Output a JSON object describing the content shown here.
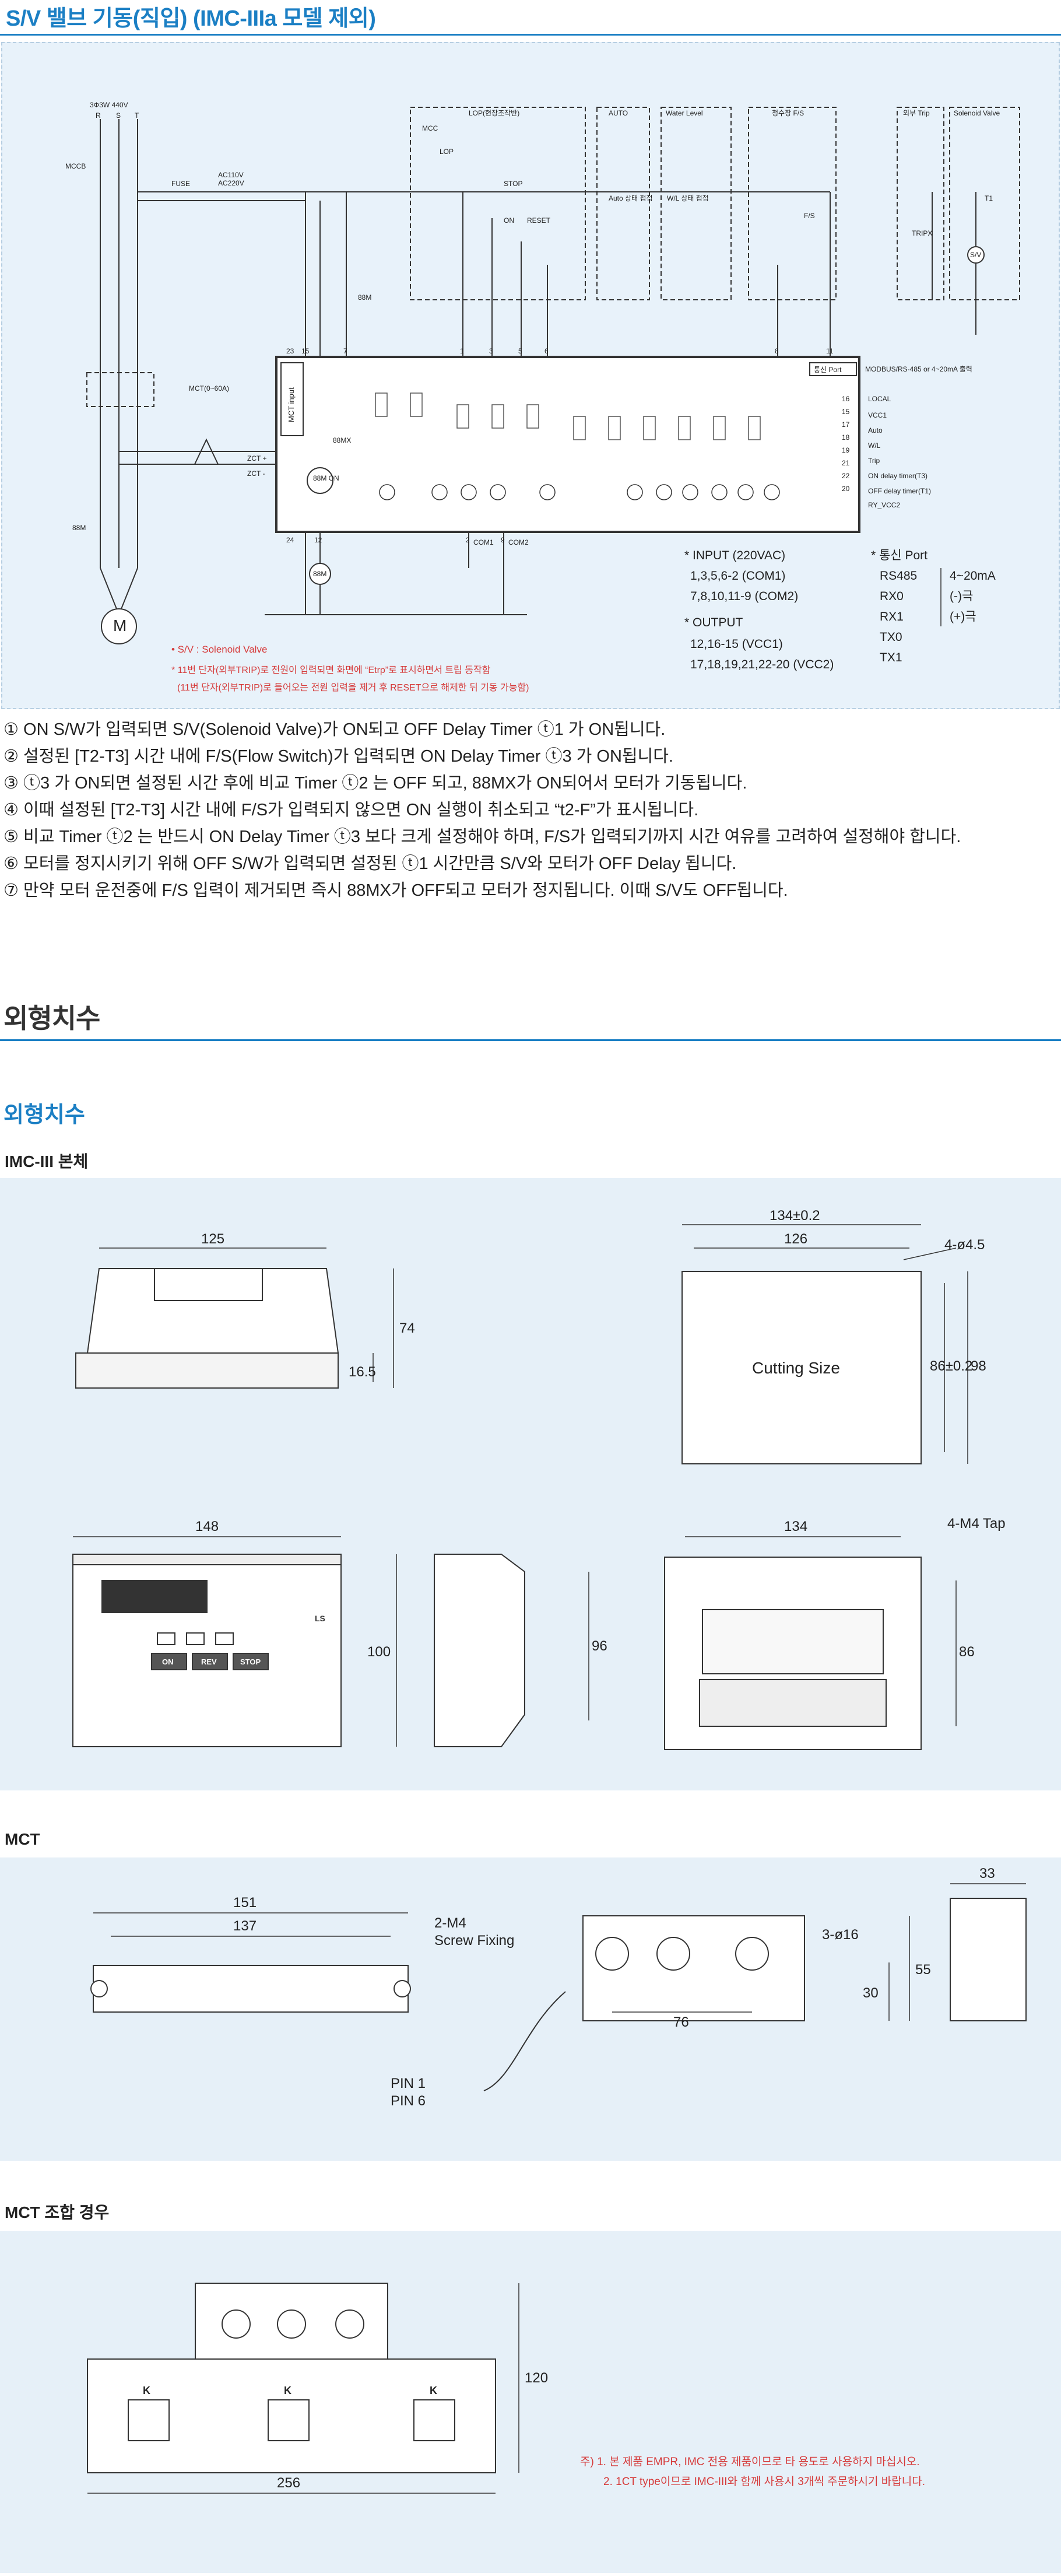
{
  "title_wiring": "S/V 밸브 기동(직입) (IMC-IIIa 모델 제외)",
  "wiring": {
    "supply": "3Φ3W 440V",
    "phases": [
      "R",
      "S",
      "T"
    ],
    "mccb": "MCCB",
    "fuse": "FUSE",
    "ac": [
      "AC110V",
      "AC220V"
    ],
    "lop_box": "LOP(현장조작반)",
    "auto_box": "AUTO",
    "water_box": "Water Level",
    "fs_box": "청수장 F/S",
    "trip_box": "외부 Trip",
    "sv_box": "Solenoid Valve",
    "mcc": "MCC",
    "lop": "LOP",
    "stop": "STOP",
    "on": "ON",
    "reset": "RESET",
    "auto_label": "Auto 상태 접점",
    "wl_label": "W/L 상태 접점",
    "fs": "F/S",
    "tripx": "TRIPX",
    "t1": "T1",
    "sv": "S/V",
    "mx88": "88MX",
    "m88": "88M",
    "m88on": "88M ON",
    "mct": "MCT(0~60A)",
    "zct_p": "ZCT +",
    "zct_m": "ZCT -",
    "motor": "M",
    "mct_input": "MCT input",
    "comm_port": "통신 Port",
    "modbus": "MODBUS/RS-485 or 4~20mA 출력",
    "right_terms": [
      {
        "n": "16",
        "l": "LOCAL"
      },
      {
        "n": "15",
        "l": ""
      },
      {
        "n": "17",
        "l": "VCC1"
      },
      {
        "n": "18",
        "l": "Auto"
      },
      {
        "n": "19",
        "l": "W/L"
      },
      {
        "n": "21",
        "l": "Trip"
      },
      {
        "n": "22",
        "l": "ON delay timer(T3)"
      },
      {
        "n": "20",
        "l": "OFF delay timer(T1)"
      },
      {
        "n": "",
        "l": "RY_VCC2"
      }
    ],
    "top_terms": [
      "23",
      "15",
      "7",
      "1",
      "3",
      "5",
      "6",
      "8",
      "11"
    ],
    "bottom_terms": [
      "24",
      "12",
      "2",
      "9"
    ],
    "com1": "COM1",
    "com2": "COM2",
    "sv_note": "• S/V : Solenoid Valve",
    "red_note1": "* 11번 단자(외부TRIP)로 전원이 입력되면 화면에 “Etrp”로 표시하면서 트립 동작함",
    "red_note2": "(11번 단자(외부TRIP)로 들어오는 전원 입력을 제거 후 RESET으로 해제한 뒤 기동 가능함)",
    "input_title": "* INPUT (220VAC)",
    "input_lines": [
      "1,3,5,6-2 (COM1)",
      "7,8,10,11-9 (COM2)"
    ],
    "output_title": "* OUTPUT",
    "output_lines": [
      "12,16-15 (VCC1)",
      "17,18,19,21,22-20 (VCC2)"
    ],
    "comm_title": "* 통신 Port",
    "comm_rows": [
      {
        "a": "RS485",
        "b": "4~20mA"
      },
      {
        "a": "RX0",
        "b": "(-)극"
      },
      {
        "a": "RX1",
        "b": "(+)극"
      },
      {
        "a": "TX0",
        "b": ""
      },
      {
        "a": "TX1",
        "b": ""
      }
    ]
  },
  "notes": [
    "① ON S/W가 입력되면 S/V(Solenoid Valve)가 ON되고 OFF Delay Timer ⓣ1 가 ON됩니다.",
    "② 설정된 [T2-T3] 시간 내에 F/S(Flow Switch)가 입력되면 ON Delay Timer ⓣ3 가 ON됩니다.",
    "③ ⓣ3 가 ON되면 설정된 시간 후에 비교 Timer ⓣ2 는 OFF 되고, 88MX가 ON되어서 모터가 기동됩니다.",
    "④ 이때 설정된 [T2-T3] 시간 내에 F/S가 입력되지 않으면 ON 실행이 취소되고 “t2-F”가 표시됩니다.",
    "⑤ 비교 Timer ⓣ2 는 반드시 ON Delay Timer ⓣ3 보다 크게 설정해야 하며, F/S가 입력되기까지 시간 여유를 고려하여 설정해야 합니다.",
    "⑥ 모터를 정지시키기 위해 OFF S/W가 입력되면 설정된 ⓣ1 시간만큼 S/V와 모터가 OFF Delay 됩니다.",
    "⑦ 만약 모터 운전중에 F/S 입력이 제거되면 즉시 88MX가 OFF되고 모터가 정지됩니다. 이때 S/V도 OFF됩니다."
  ],
  "section_title": "외형치수",
  "sub_title": "외형치수",
  "main_body": {
    "heading": "IMC-III 본체",
    "dims": {
      "w125": "125",
      "h74": "74",
      "h16": "16.5",
      "w134": "134±0.2",
      "w126": "126",
      "holes": "4-ø4.5",
      "h86": "86±0.2",
      "h98": "98",
      "cutting": "Cutting Size",
      "w148": "148",
      "h100": "100",
      "h96": "96",
      "w134b": "134",
      "tap": "4-M4 Tap",
      "h86b": "86"
    },
    "buttons": [
      "ON",
      "REV",
      "STOP"
    ],
    "brand": "LS"
  },
  "mct": {
    "heading": "MCT",
    "dims": {
      "w151": "151",
      "w137": "137",
      "m4": "2-M4",
      "screw": "Screw Fixing",
      "pin1": "PIN 1",
      "pin6": "PIN 6",
      "d16": "3-ø16",
      "w76": "76",
      "h55": "55",
      "h30": "30",
      "w33": "33"
    }
  },
  "combo": {
    "heading": "MCT 조합 경우",
    "dims": {
      "w256": "256",
      "h120": "120"
    },
    "k": "K",
    "note1": "주) 1. 본 제품 EMPR, IMC 전용 제품이므로 타 용도로 사용하지 마십시오.",
    "note2": "2. 1CT type이므로 IMC-III와 함께 사용시 3개씩 주문하시기 바랍니다."
  },
  "colors": {
    "accent": "#1b7fc4",
    "panel": "#e8f2fa",
    "red": "#d63a3a"
  }
}
